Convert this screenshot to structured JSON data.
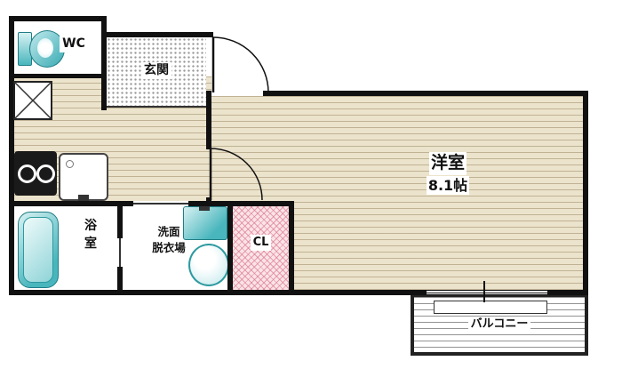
{
  "rooms": {
    "wc": {
      "label": "WC"
    },
    "genkan": {
      "label": "玄関"
    },
    "bathroom": {
      "line1": "浴",
      "line2": "室"
    },
    "washroom": {
      "line1": "洗面",
      "line2": "脱衣場"
    },
    "closet": {
      "label": "CL"
    },
    "western_room": {
      "name": "洋室",
      "size": "8.1帖"
    },
    "balcony": {
      "label": "バルコニー"
    }
  },
  "colors": {
    "wall": "#111111",
    "floor": "#ece3cc",
    "floor_line": "#b7aa8a",
    "genkan_dot": "#9a9a9a",
    "fixture_teal": "#49b6bd",
    "fixture_teal_dark": "#1f7d85",
    "closet_pink": "#fbe3e8",
    "closet_line": "#d76e82",
    "balcony_line": "#282828"
  }
}
